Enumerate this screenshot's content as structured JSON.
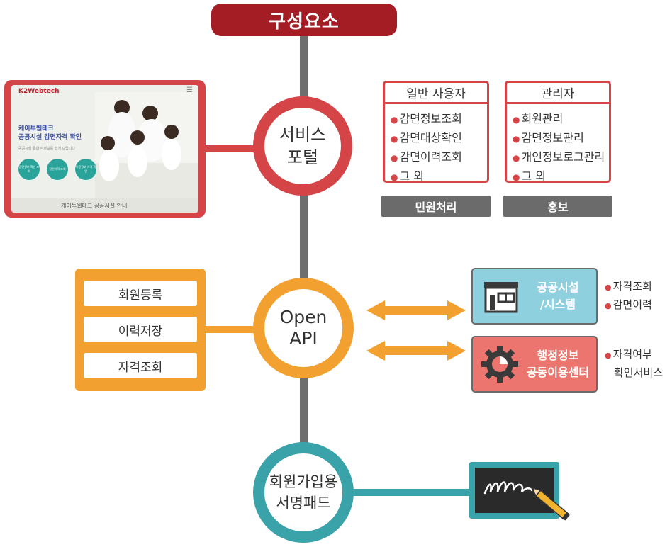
{
  "title": "구성요소",
  "nodes": {
    "service_line1": "서비스",
    "service_line2": "포털",
    "api_line1": "Open",
    "api_line2": "API",
    "pad_line1": "회원가입용",
    "pad_line2": "서명패드"
  },
  "website": {
    "logo": "K2Webtech",
    "headline_line1": "케이투웹테크",
    "headline_line2": "공공시설 감면자격 확인",
    "subtext": "공공시설 통합된 정보를 쉽게 드립니다",
    "button1": "감면정보 확인 조회",
    "button2": "감면이력 조회",
    "button3": "이용정보 자격 확인",
    "footer": "케이투웹테크 공공시설 안내"
  },
  "roles": {
    "general": {
      "header": "일반 사용자",
      "items": [
        "감면정보조회",
        "감면대상확인",
        "감면이력조회",
        "그 외"
      ],
      "tag": "민원처리"
    },
    "admin": {
      "header": "관리자",
      "items": [
        "회원관리",
        "감면정보관리",
        "개인정보로그관리",
        "그 외"
      ],
      "tag": "홍보"
    }
  },
  "functions": [
    "회원등록",
    "이력저장",
    "자격조회"
  ],
  "targets": {
    "public": {
      "line1": "공공시설",
      "line2": "/시스템",
      "bullets": [
        "자격조회",
        "감면이력"
      ]
    },
    "admin_center": {
      "line1": "행정정보",
      "line2": "공동이용센터",
      "bullets": [
        "자격여부",
        "확인서비스"
      ]
    }
  },
  "colors": {
    "title": "#a51d24",
    "service": "#d54548",
    "api": "#f2a131",
    "pad": "#3aa3a9",
    "spine": "#6e6e6e",
    "public_box": "#8fd0de",
    "admin_box": "#ec766f",
    "tag": "#6b6b6b"
  },
  "icons": {
    "public": "building-icon",
    "admin_center": "gear-icon",
    "pad": "signature-pad-icon",
    "arrows": "double-arrow-icon"
  }
}
